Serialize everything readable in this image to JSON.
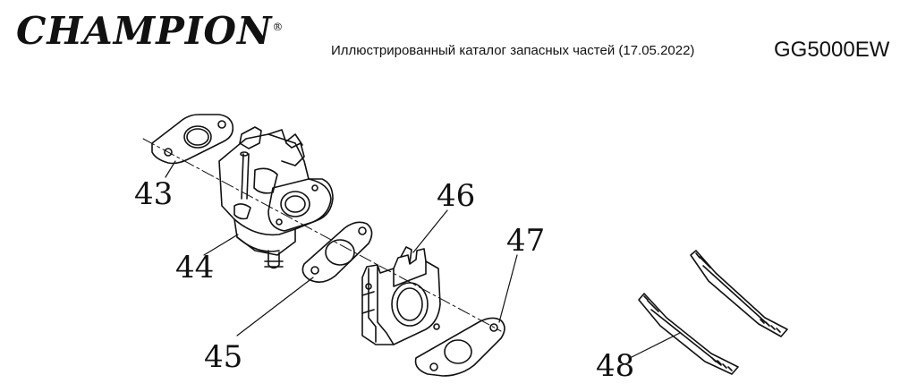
{
  "header": {
    "brand": "CHAMPION",
    "brand_mark": "®",
    "catalog_title": "Иллюстрированный каталог запасных частей (17.05.2022)",
    "model": "GG5000EW"
  },
  "callouts": [
    "43",
    "44",
    "45",
    "46",
    "47",
    "48"
  ]
}
